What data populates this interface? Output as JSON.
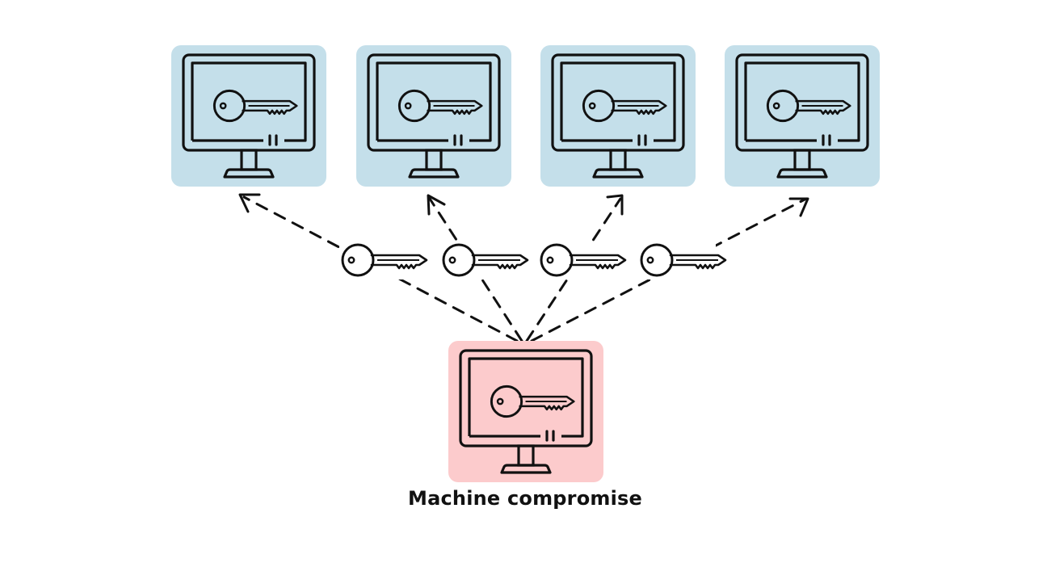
{
  "caption": "Machine compromise",
  "colors": {
    "target_background": "#c4dfea",
    "source_background": "#fccbcc",
    "stroke": "#111111"
  },
  "nodes": {
    "targets": [
      {
        "icon": "monitor-icon",
        "screen_icon": "key-icon",
        "status": "target"
      },
      {
        "icon": "monitor-icon",
        "screen_icon": "key-icon",
        "status": "target"
      },
      {
        "icon": "monitor-icon",
        "screen_icon": "key-icon",
        "status": "target"
      },
      {
        "icon": "monitor-icon",
        "screen_icon": "key-icon",
        "status": "target"
      }
    ],
    "source": {
      "icon": "monitor-icon",
      "screen_icon": "key-icon",
      "status": "compromised"
    }
  },
  "edges": [
    {
      "from": "source",
      "to": "target-1",
      "style": "dashed-arrow",
      "carries": "key-icon"
    },
    {
      "from": "source",
      "to": "target-2",
      "style": "dashed-arrow",
      "carries": "key-icon"
    },
    {
      "from": "source",
      "to": "target-3",
      "style": "dashed-arrow",
      "carries": "key-icon"
    },
    {
      "from": "source",
      "to": "target-4",
      "style": "dashed-arrow",
      "carries": "key-icon"
    }
  ]
}
